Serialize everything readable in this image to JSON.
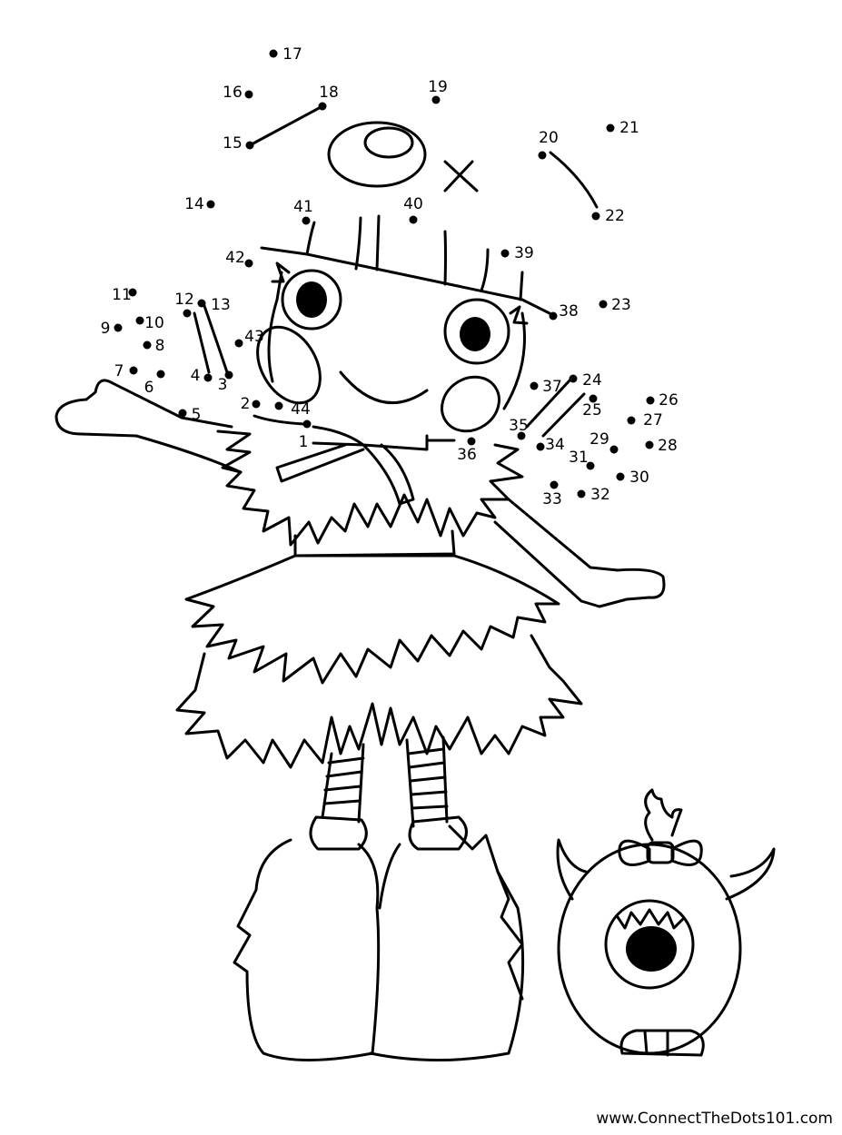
{
  "puzzle": {
    "dots": [
      "1",
      "2",
      "3",
      "4",
      "5",
      "6",
      "7",
      "8",
      "9",
      "10",
      "11",
      "12",
      "13",
      "14",
      "15",
      "16",
      "17",
      "18",
      "19",
      "20",
      "21",
      "22",
      "23",
      "24",
      "25",
      "26",
      "27",
      "28",
      "29",
      "30",
      "31",
      "32",
      "33",
      "34",
      "35",
      "36",
      "37",
      "38",
      "39",
      "40",
      "41",
      "42",
      "43",
      "44"
    ]
  },
  "footer": {
    "url": "www.ConnectTheDots101.com"
  },
  "colors": {
    "ink": "#000000",
    "paper": "#ffffff"
  }
}
